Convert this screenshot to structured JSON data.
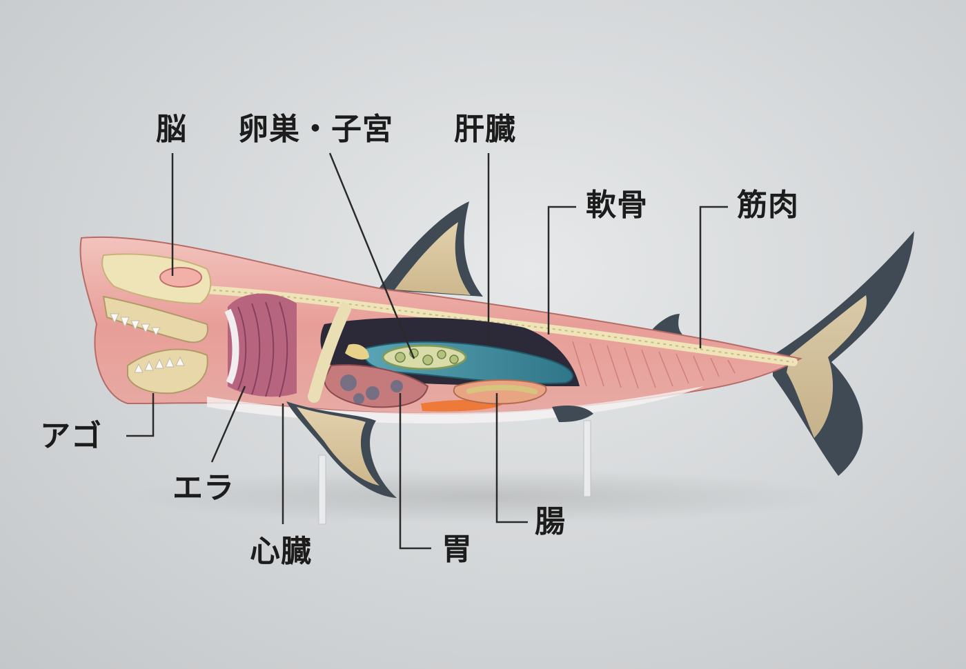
{
  "labels": {
    "brain": "脳",
    "ovary_uterus": "卵巣・子宮",
    "liver": "肝臓",
    "cartilage": "軟骨",
    "muscle": "筋肉",
    "jaw": "アゴ",
    "gills": "エラ",
    "heart": "心臓",
    "stomach": "胃",
    "intestine": "腸"
  },
  "colors": {
    "background": "#d8dadc",
    "body_skin": "#e9a9a5",
    "shark_dark": "#3f4a54",
    "fin_cream": "#dcc9a5",
    "cartilage": "#efe3b8",
    "liver": "#3f8fa4",
    "gill": "#a85a77",
    "label_text": "#1c1c1c",
    "leader_line": "#2a2a2a"
  }
}
